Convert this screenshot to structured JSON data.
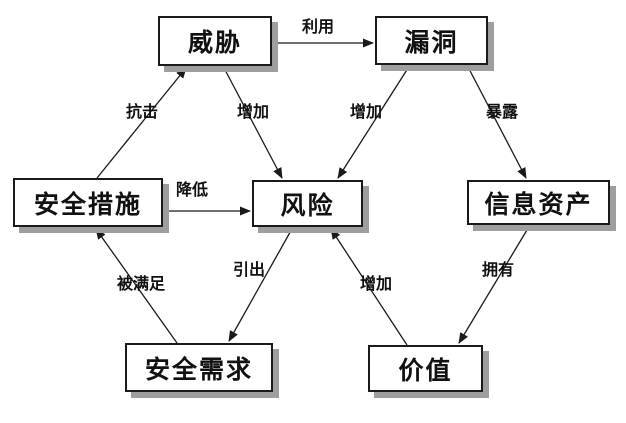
{
  "diagram": {
    "title_semantic": "security-risk-relationship-diagram",
    "colors": {
      "background": "#ffffff",
      "box_fill": "#ffffff",
      "box_border": "#1a1a1a",
      "box_shadow": "#9e9e9e",
      "line": "#1a1a1a",
      "text": "#111111"
    },
    "nodes": {
      "threat": {
        "label": "威胁"
      },
      "vulnerability": {
        "label": "漏洞"
      },
      "security_measures": {
        "label": "安全措施"
      },
      "risk": {
        "label": "风险"
      },
      "information_assets": {
        "label": "信息资产"
      },
      "security_requirements": {
        "label": "安全需求"
      },
      "value": {
        "label": "价值"
      }
    },
    "edges": {
      "exploit": {
        "label": "利用",
        "from": "威胁",
        "to": "漏洞"
      },
      "resist": {
        "label": "抗击",
        "from": "安全措施",
        "to": "威胁"
      },
      "increase_by_threat": {
        "label": "增加",
        "from": "威胁",
        "to": "风险"
      },
      "increase_by_vulnerability": {
        "label": "增加",
        "from": "漏洞",
        "to": "风险"
      },
      "expose": {
        "label": "暴露",
        "from": "漏洞",
        "to": "信息资产"
      },
      "reduce": {
        "label": "降低",
        "from": "安全措施",
        "to": "风险"
      },
      "be_satisfied": {
        "label": "被满足",
        "from": "安全需求",
        "to": "安全措施"
      },
      "lead_to": {
        "label": "引出",
        "from": "风险",
        "to": "安全需求"
      },
      "increase_by_value": {
        "label": "增加",
        "from": "价值",
        "to": "风险"
      },
      "own": {
        "label": "拥有",
        "from": "信息资产",
        "to": "价值"
      }
    }
  }
}
